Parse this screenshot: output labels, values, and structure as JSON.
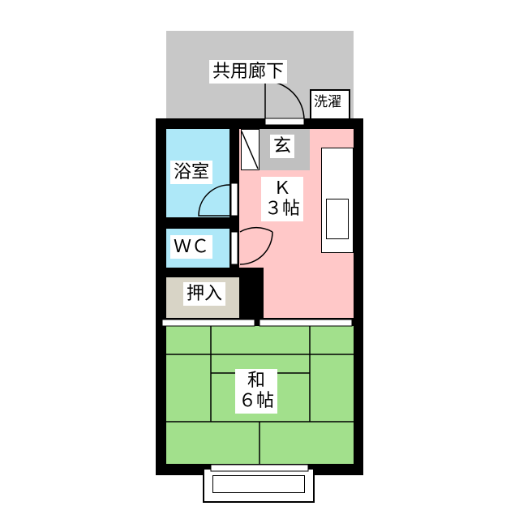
{
  "rooms": {
    "corridor": "共用廊下",
    "laundry": "洗濯",
    "entrance": "玄",
    "bath": "浴室",
    "wc": "ＷＣ",
    "closet": "押入",
    "kitchen": "Ｋ\n３帖",
    "japanese_room": "和\n６帖"
  },
  "colors": {
    "corridor": "#c8c8c8",
    "bath": "#aee8f8",
    "closet": "#d8d4c6",
    "kitchen": "#ffc8c8",
    "tatami": "#a2e08c",
    "wall": "#000000"
  }
}
